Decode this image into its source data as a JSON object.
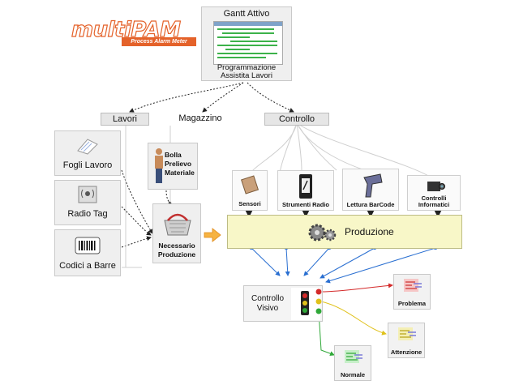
{
  "logo": {
    "main": "multiPAM",
    "sub": "Process Alarm Meter"
  },
  "gantt": {
    "title": "Gantt Attivo",
    "caption_line1": "Programmazione",
    "caption_line2": "Assistita Lavori"
  },
  "headers": {
    "lavori": "Lavori",
    "magazzino": "Magazzino",
    "controllo": "Controllo"
  },
  "left_items": [
    {
      "label": "Fogli Lavoro",
      "icon": "document-icon"
    },
    {
      "label": "Radio Tag",
      "icon": "rfid-tag-icon"
    },
    {
      "label": "Codici a Barre",
      "icon": "barcode-icon"
    }
  ],
  "bolla": {
    "line1": "Bolla",
    "line2": "Prelievo",
    "line3": "Materiale",
    "icon": "worker-icon"
  },
  "necessario": {
    "line1": "Necessario",
    "line2": "Produzione",
    "icon": "basket-icon"
  },
  "sensors": [
    {
      "label": "Sensori",
      "icon": "sensor-icon"
    },
    {
      "label": "Strumenti Radio",
      "icon": "radio-instrument-icon"
    },
    {
      "label": "Lettura BarCode",
      "icon": "barcode-scanner-icon"
    },
    {
      "label_line1": "Controlli",
      "label_line2": "Informatici",
      "icon": "camera-icon"
    }
  ],
  "produzione": {
    "label": "Produzione",
    "icon": "gears-icon"
  },
  "controllo_visivo": {
    "line1": "Controllo",
    "line2": "Visivo",
    "icon": "traffic-light-icon"
  },
  "outcomes": [
    {
      "label": "Problema",
      "color": "#d42a2a"
    },
    {
      "label": "Attenzione",
      "color": "#e0c11a"
    },
    {
      "label": "Normale",
      "color": "#2fa838"
    }
  ],
  "colors": {
    "flow_arrow": "#2a6fd1",
    "brand": "#e4622a",
    "production_band": "#f8f7c8"
  }
}
